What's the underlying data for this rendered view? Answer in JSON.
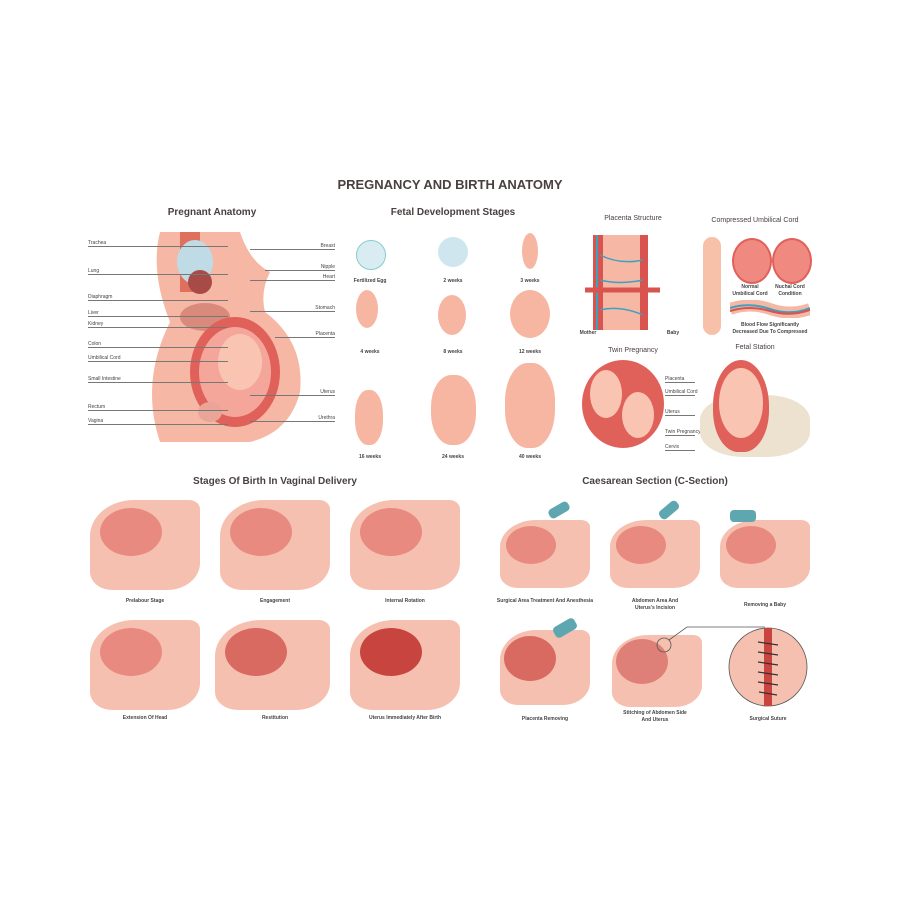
{
  "title": "PREGNANCY AND BIRTH ANATOMY",
  "anatomy": {
    "heading": "Pregnant Anatomy",
    "left": [
      "Trachea",
      "Lung",
      "Diaphragm",
      "Liver",
      "Kidney",
      "Colon",
      "Umbilical Cord",
      "Small Intestine",
      "Rectum",
      "Vagina"
    ],
    "right": [
      "Breast",
      "Nipple",
      "Heart",
      "Stomach",
      "Placenta",
      "Uterus",
      "Urethra"
    ]
  },
  "fetal": {
    "heading": "Fetal Development Stages",
    "stages": [
      "Fertilized Egg",
      "2 weeks",
      "3 weeks",
      "4 weeks",
      "8 weeks",
      "12 weeks",
      "16 weeks",
      "24 weeks",
      "40 weeks"
    ]
  },
  "placenta": {
    "heading": "Placenta Structure",
    "mother": "Mother",
    "baby": "Baby"
  },
  "cord": {
    "heading": "Compressed Umbilical Cord",
    "normal": "Normal Umbilical Cord",
    "compressed": "Nuchal Cord Condition",
    "note": "Blood Flow Significantly Decreased Due To Compressed"
  },
  "twin": {
    "heading": "Twin Pregnancy",
    "labels": [
      "Placenta",
      "Umbilical Cord",
      "Uterus",
      "Twin Pregnancy",
      "Cervix"
    ]
  },
  "station": {
    "heading": "Fetal Station"
  },
  "birth": {
    "heading": "Stages Of Birth In Vaginal Delivery",
    "stages": [
      "Prelabour Stage",
      "Engagement",
      "Internal Rotation",
      "Extension Of Head",
      "Restitution",
      "Uterus Immediately After Birth"
    ]
  },
  "csection": {
    "heading": "Caesarean Section (C-Section)",
    "stages": [
      "Surgical Area Treatment And Anesthesia",
      "Abdomen Area And Uterus's Incision",
      "Removing a Baby",
      "Placenta Removing",
      "Stitching of Abdomen Side And Uterus",
      "Surgical Suture"
    ]
  },
  "colors": {
    "skin": "#f6b8a4",
    "uterus": "#e0605a",
    "dark": "#c8443f",
    "fetus": "#f9c5b2",
    "blue": "#3fa0c0",
    "glove": "#5fa7b0"
  }
}
